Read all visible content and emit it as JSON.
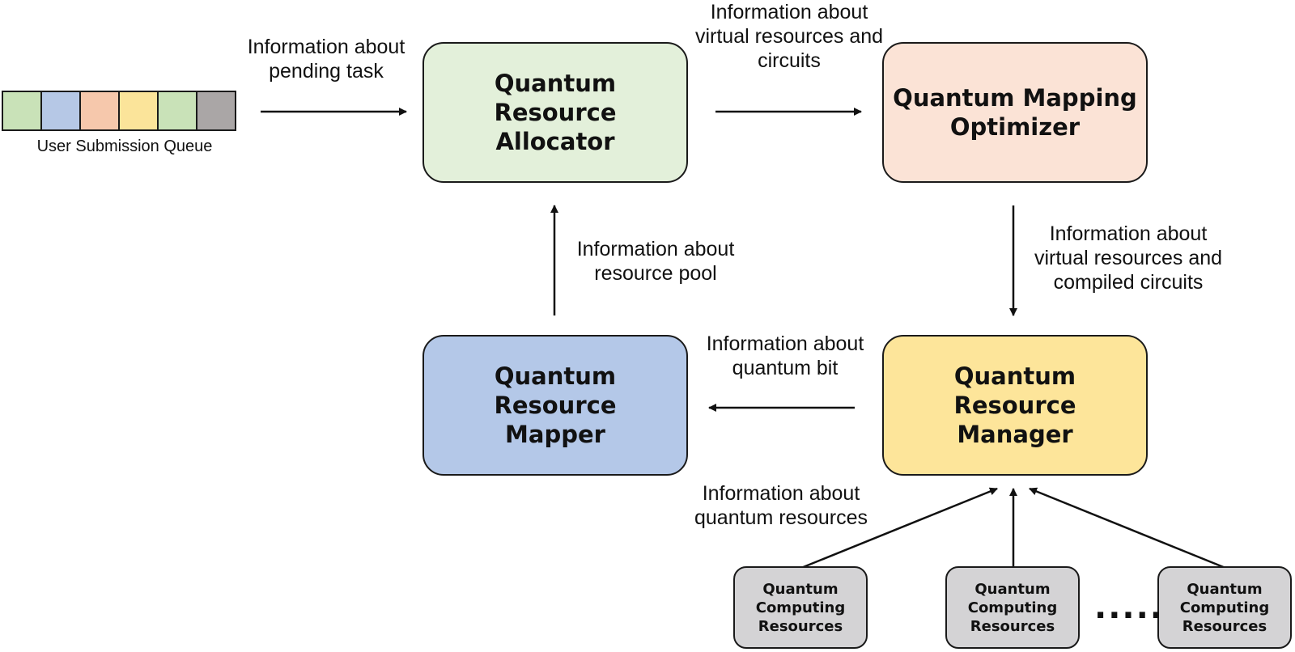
{
  "queue": {
    "label": "User Submission Queue",
    "cells": [
      {
        "color": "#c9e2b8"
      },
      {
        "color": "#b6c8e6"
      },
      {
        "color": "#f6c8ac"
      },
      {
        "color": "#fbe49a"
      },
      {
        "color": "#c9e2b8"
      },
      {
        "color": "#aaa6a6"
      }
    ]
  },
  "blocks": {
    "allocator": {
      "line1": "Quantum Resource",
      "line2": "Allocator",
      "color": "#e3f0da"
    },
    "optimizer": {
      "line1": "Quantum Mapping",
      "line2": "Optimizer",
      "color": "#fbe3d6"
    },
    "mapper": {
      "line1": "Quantum Resource",
      "line2": "Mapper",
      "color": "#b4c8e8"
    },
    "manager": {
      "line1": "Quantum Resource",
      "line2": "Manager",
      "color": "#fde59a"
    }
  },
  "resources": [
    {
      "line1": "Quantum",
      "line2": "Computing",
      "line3": "Resources"
    },
    {
      "line1": "Quantum",
      "line2": "Computing",
      "line3": "Resources"
    },
    {
      "line1": "Quantum",
      "line2": "Computing",
      "line3": "Resources"
    }
  ],
  "ellipsis": ".....",
  "labels": {
    "pending_task": {
      "line1": "Information about",
      "line2": "pending task"
    },
    "virtual_circuits": {
      "line1": "Information about",
      "line2": "virtual resources and",
      "line3": "circuits"
    },
    "compiled_circuits": {
      "line1": "Information about",
      "line2": "virtual resources and",
      "line3": "compiled circuits"
    },
    "resource_pool": {
      "line1": "Information about",
      "line2": "resource pool"
    },
    "quantum_bit": {
      "line1": "Information about",
      "line2": "quantum bit"
    },
    "quantum_resources": {
      "line1": "Information about",
      "line2": "quantum resources"
    }
  },
  "colors": {
    "stroke": "#1a1a1a",
    "resource_fill": "#d4d3d5"
  }
}
